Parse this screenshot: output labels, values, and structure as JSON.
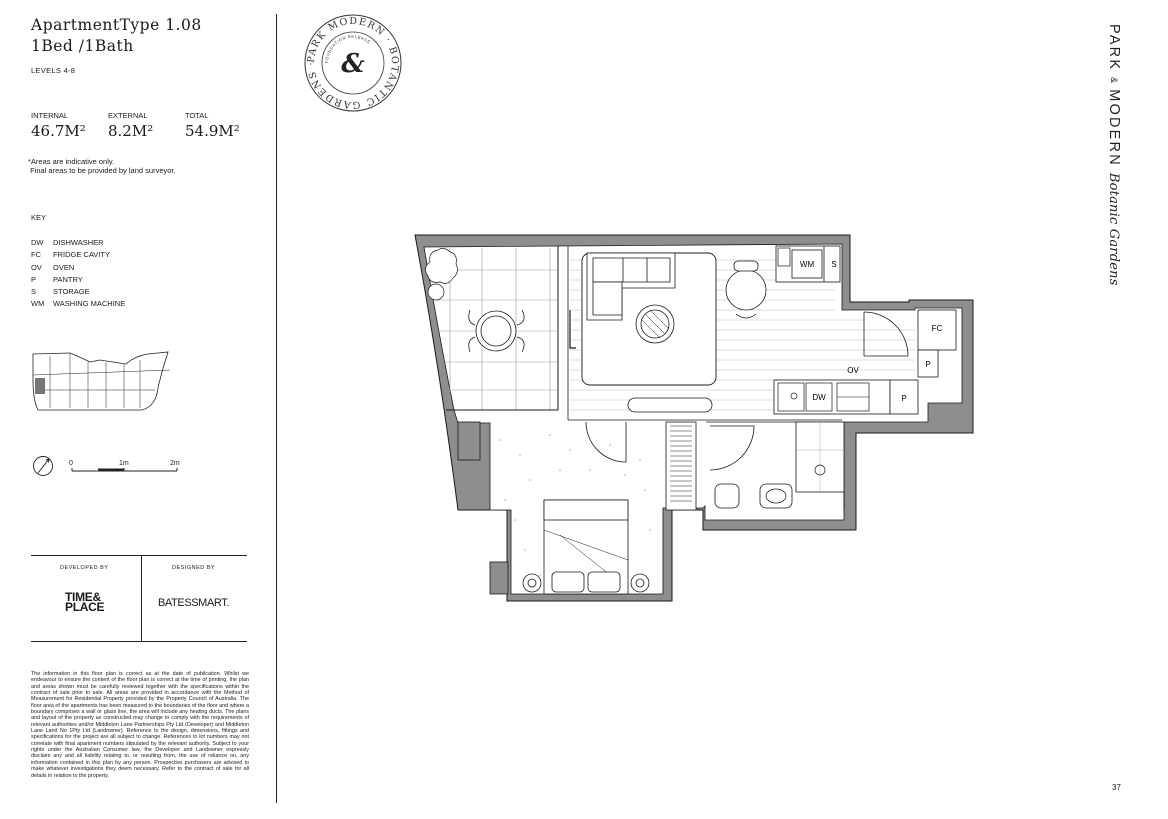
{
  "header": {
    "title": "ApartmentType 1.08",
    "subtitle": "1Bed /1Bath",
    "levels": "LEVELS 4-8"
  },
  "areas": [
    {
      "label": "INTERNAL",
      "value": "46.7M²"
    },
    {
      "label": "EXTERNAL",
      "value": "8.2M²"
    },
    {
      "label": "TOTAL",
      "value": "54.9M²"
    }
  ],
  "area_note": "*Areas are indicative only.\n Final areas to be provided by land surveyor.",
  "key": {
    "title": "KEY",
    "items": [
      {
        "abbr": "DW",
        "label": "DISHWASHER"
      },
      {
        "abbr": "FC",
        "label": "FRIDGE CAVITY"
      },
      {
        "abbr": "OV",
        "label": "OVEN"
      },
      {
        "abbr": "P",
        "label": "PANTRY"
      },
      {
        "abbr": "S",
        "label": "STORAGE"
      },
      {
        "abbr": "WM",
        "label": "WASHING MACHINE"
      }
    ]
  },
  "scale": {
    "marks": [
      "0",
      "1m",
      "2m"
    ]
  },
  "credits": {
    "developed_by": "DEVELOPED BY",
    "developer_logo_line1": "TIME&",
    "developer_logo_line2": "PLACE",
    "designed_by": "DESIGNED BY",
    "designer_logo": "BATESSMART."
  },
  "disclaimer": "The information in this floor plan is correct as at the date of publication. Whilst we endeavour to ensure the content of the floor plan is correct at the time of printing, the plan and areas shown must be carefully reviewed together with the specifications within the contract of sale prior to sale. All areas are provided in accordance with the Method of Measurement for Residential Property provided by the Property Council of Australia. The floor area of the apartments has been measured to the boundaries of the floor and where a boundary comprises a wall or glass line, the area will include any heating ducts. The plans and layout of the property as constructed may change to comply with the requirements of relevant authorities and/or Middleton Lane Partnerships Pty Ltd (Developer) and Middleton Lane Land No 1Pty Ltd (Landowner). Reference to the design, dimensions, fittings and specifications for the project are all subject to change. References to lot numbers may not correlate with final apartment numbers stipulated by the relevant authority. Subject to your rights under the Australian Consumer law, the Developer and Landowner expressly disclaim any and all liability relating to, or resulting from, the use of reliance on, any information contained in this plan by any person. Prospective purchasers are advised to make whatever investigations they deem necessary. Refer to the contract of sale for all details in relation to the property.",
  "seal": {
    "ring_text": "PARK MODERN · BOTANTIC GARDENS ·",
    "inner_text": "FOUNDATION RELEASE"
  },
  "plan_labels": {
    "wm": "WM",
    "s": "S",
    "fc": "FC",
    "p1": "P",
    "ov": "OV",
    "dw": "DW",
    "p2": "P"
  },
  "brand": {
    "word1": "PARK",
    "word2": "MODERN",
    "script": "Botanic Gardens"
  },
  "page_number": "37",
  "colors": {
    "wall": "#8a8a8a",
    "line": "#1a1a1a"
  }
}
